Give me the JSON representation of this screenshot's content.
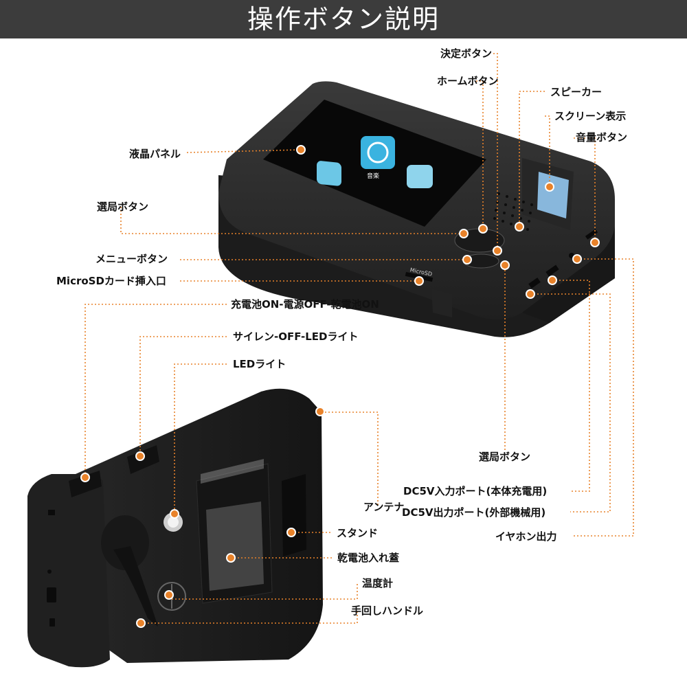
{
  "header": {
    "title": "操作ボタン説明"
  },
  "colors": {
    "accent": "#e8822a",
    "header_bg": "#3c3c3c",
    "device": "#2b2b2b"
  },
  "device": {
    "screen_item_label": "音楽",
    "slot_label": "MicroSD"
  },
  "labels": {
    "enter_button": "決定ボタン",
    "home_button": "ホームボタン",
    "speaker": "スピーカー",
    "screen_display": "スクリーン表示",
    "volume_button": "音量ボタン",
    "lcd_panel": "液晶パネル",
    "tuning_button_left": "選局ボタン",
    "menu_button": "メニューボタン",
    "microsd_slot": "MicroSDカード挿入口",
    "power_switch": "充電池ON-電源OFF-乾電池ON",
    "siren_switch": "サイレン-OFF-LEDライト",
    "led_light": "LEDライト",
    "tuning_button_right": "選局ボタン",
    "dc_in_port": "DC5V入力ポート(本体充電用)",
    "antenna": "アンテナ",
    "dc_out_port": "DC5V出力ポート(外部機械用)",
    "stand": "スタンド",
    "earphone_out": "イヤホン出力",
    "battery_cover": "乾電池入れ蓋",
    "thermometer": "温度計",
    "hand_crank": "手回しハンドル"
  }
}
